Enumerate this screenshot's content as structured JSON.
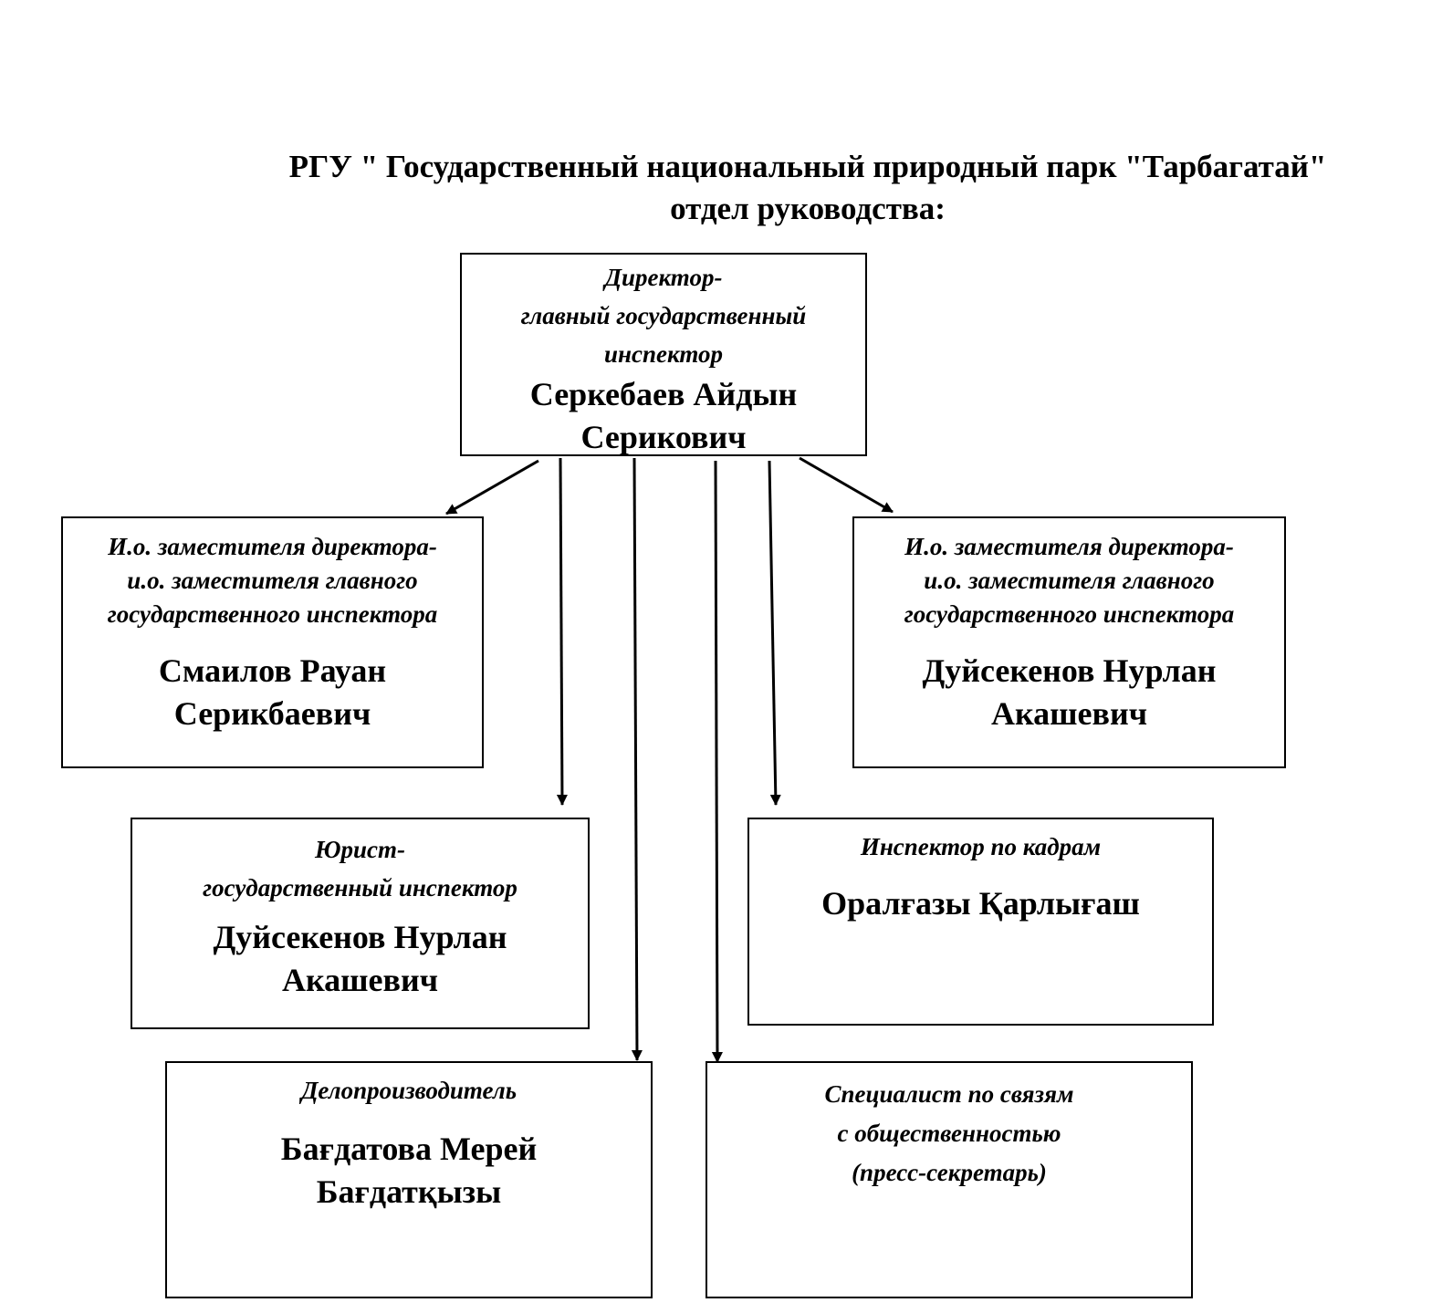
{
  "header": {
    "title_line1": "РГУ \" Государственный национальный природный парк \"Тарбагатай\"",
    "title_line2": "отдел руководства:"
  },
  "director": {
    "role_lines": [
      "Директор-",
      "главный государственный",
      "инспектор"
    ],
    "name_lines": [
      "Серкебаев Айдын",
      "Серикович"
    ]
  },
  "deputy_left": {
    "role_lines": [
      "И.о. заместителя директора-",
      "и.о.  заместителя главного",
      "государственного инспектора"
    ],
    "name_lines": [
      "Смаилов Рауан",
      "Серикбаевич"
    ]
  },
  "deputy_right": {
    "role_lines": [
      "И.о. заместителя директора-",
      "и.о.  заместителя главного",
      "государственного инспектора"
    ],
    "name_lines": [
      "Дуйсекенов Нурлан",
      "Акашевич"
    ]
  },
  "lawyer": {
    "role_lines": [
      "Юрист-",
      "государственный инспектор"
    ],
    "name_lines": [
      "Дуйсекенов Нурлан",
      "Акашевич"
    ]
  },
  "hr_inspector": {
    "role_lines": [
      "Инспектор по кадрам"
    ],
    "name_lines": [
      "Оралғазы Қарлығаш"
    ]
  },
  "clerk": {
    "role_lines": [
      "Делопроизводитель"
    ],
    "name_lines": [
      "Бағдатова Мерей",
      "Бағдатқызы"
    ]
  },
  "pr_specialist": {
    "role_lines": [
      "Специалист по связям",
      "с общественностью",
      "(пресс-секретарь)"
    ]
  }
}
